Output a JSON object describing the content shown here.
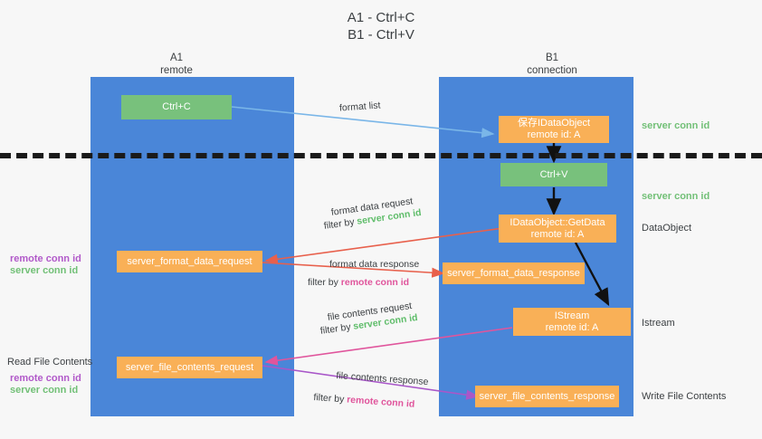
{
  "title": "A1 - Ctrl+C\nB1 - Ctrl+V",
  "columns": [
    {
      "name": "A1",
      "sub": "remote"
    },
    {
      "name": "B1",
      "sub": "connection"
    }
  ],
  "boxes": {
    "ctrl_c": "Ctrl+C",
    "ctrl_v": "Ctrl+V",
    "save_dataobject": "保存IDataObject\nremote id: A",
    "getdata": "IDataObject::GetData\nremote id: A",
    "istream": "IStream\nremote id: A",
    "server_format_data_request": "server_format_data_request",
    "server_format_data_response": "server_format_data_response",
    "server_file_contents_request": "server_file_contents_request",
    "server_file_contents_response": "server_file_contents_response"
  },
  "edge_labels": {
    "format_list": "format list",
    "format_data_request": "format data request",
    "format_data_request_filter_prefix": "filter by ",
    "format_data_request_filter_value": "server conn id",
    "format_data_response": "format data response",
    "format_data_response_filter_prefix": "filter by ",
    "format_data_response_filter_value": "remote conn id",
    "file_contents_request": "file contents request",
    "file_contents_request_filter_prefix": "filter by ",
    "file_contents_request_filter_value": "server conn id",
    "file_contents_response": "file contents response",
    "file_contents_response_filter_prefix": "filter by ",
    "file_contents_response_filter_value": "remote conn id"
  },
  "annotations": {
    "server_conn_id_top": "server conn id",
    "server_conn_id_mid": "server conn id",
    "dataobject": "DataObject",
    "istream": "Istream",
    "write_file_contents": "Write File Contents",
    "read_file_contents": "Read File Contents",
    "remote_conn_id_left_1": "remote conn id",
    "server_conn_id_left_1": "server conn id",
    "remote_conn_id_left_2": "remote conn id",
    "server_conn_id_left_2": "server conn id"
  },
  "colors": {
    "lane": "#4a86d8",
    "green_box": "#78c17c",
    "orange_box": "#f9b057",
    "server_conn_id": "#72c077",
    "remote_conn_id": "#b159c9",
    "arrow_blue": "#7ab6e8",
    "arrow_red": "#e8604c",
    "arrow_pink": "#e0559c",
    "arrow_purple": "#a957c9",
    "arrow_black": "#111111",
    "background": "#f7f7f7"
  }
}
